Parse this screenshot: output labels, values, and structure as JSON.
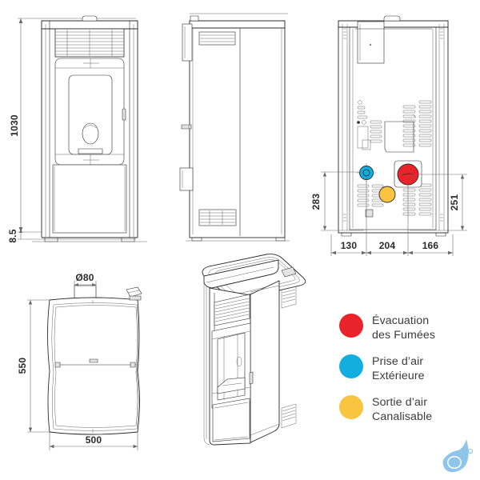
{
  "document": {
    "type": "technical-drawing",
    "subject": "pellet stove dimensional drawing",
    "background_color": "#ffffff"
  },
  "views": {
    "front": {
      "name": "front-elevation"
    },
    "side": {
      "name": "side-elevation"
    },
    "back": {
      "name": "rear-elevation"
    },
    "top": {
      "name": "top-plan-view"
    },
    "perspective": {
      "name": "product-perspective-render"
    }
  },
  "dimensions": {
    "front_height": "1030",
    "front_base_clearance": "8.5",
    "back_upper_height": "283",
    "back_right_height": "251",
    "back_offset_left": "130",
    "back_offset_middle": "204",
    "back_offset_right": "166",
    "top_depth": "550",
    "top_width": "500",
    "flue_diameter": "Ø80"
  },
  "legend": {
    "items": [
      {
        "color": "#e8232a",
        "label": "Évacuation\ndes Fumées",
        "icon": "red-circle-icon"
      },
      {
        "color": "#13aee0",
        "label": "Prise d’air\nExtérieure",
        "icon": "blue-circle-icon"
      },
      {
        "color": "#f9c540",
        "label": "Sortie d’air\nCanalisable",
        "icon": "yellow-circle-icon"
      }
    ]
  },
  "markers": {
    "flue_outlet": {
      "color": "#e8232a",
      "name": "smoke-outlet-marker"
    },
    "air_intake": {
      "color": "#13aee0",
      "name": "air-intake-marker"
    },
    "ducted_outlet": {
      "color": "#f9c540",
      "name": "ducted-air-marker"
    }
  },
  "logo": {
    "color": "#8ec5e8",
    "name": "water-droplet-logo"
  },
  "colors": {
    "line": "#2b2b2b",
    "dimension_line": "#6a6a6a",
    "panel_fill": "#f2f2f2"
  }
}
